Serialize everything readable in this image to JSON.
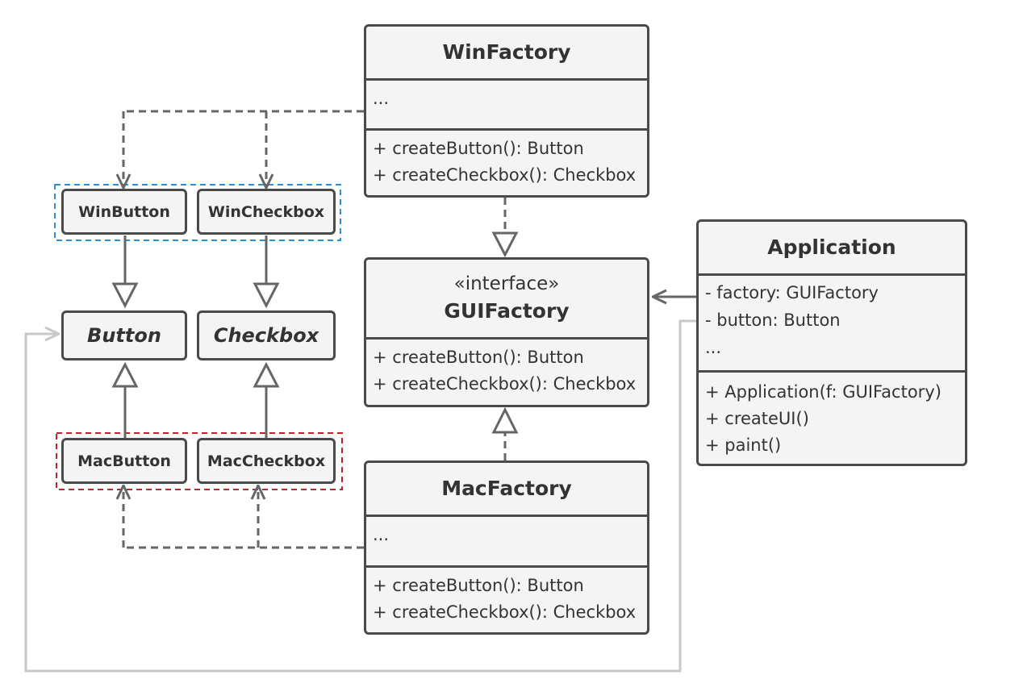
{
  "classes": {
    "win_factory": {
      "name": "WinFactory",
      "fields": [
        "..."
      ],
      "methods": [
        "+ createButton(): Button",
        "+ createCheckbox(): Checkbox"
      ]
    },
    "gui_factory": {
      "stereotype": "«interface»",
      "name": "GUIFactory",
      "methods": [
        "+ createButton(): Button",
        "+ createCheckbox(): Checkbox"
      ]
    },
    "mac_factory": {
      "name": "MacFactory",
      "fields": [
        "..."
      ],
      "methods": [
        "+ createButton(): Button",
        "+ createCheckbox(): Checkbox"
      ]
    },
    "application": {
      "name": "Application",
      "fields": [
        "- factory: GUIFactory",
        "- button: Button",
        "..."
      ],
      "methods": [
        "+ Application(f: GUIFactory)",
        "+ createUI()",
        "+ paint()"
      ]
    },
    "win_button": {
      "name": "WinButton"
    },
    "win_checkbox": {
      "name": "WinCheckbox"
    },
    "button": {
      "name": "Button"
    },
    "checkbox": {
      "name": "Checkbox"
    },
    "mac_button": {
      "name": "MacButton"
    },
    "mac_checkbox": {
      "name": "MacCheckbox"
    }
  },
  "colors": {
    "line": "#666666",
    "box_border": "#4a4a4a",
    "box_fill": "#f4f4f4",
    "win_group": "#2f8fcc",
    "mac_group": "#c0242b",
    "association": "#c8c8c8"
  }
}
